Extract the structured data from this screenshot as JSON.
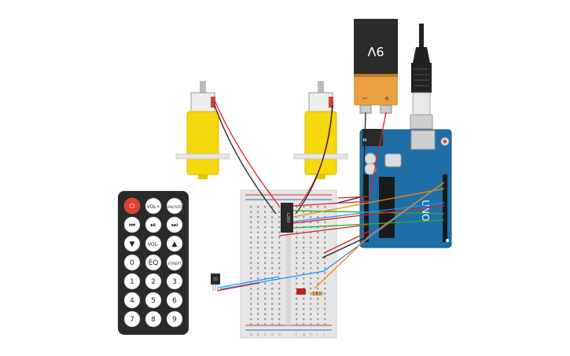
{
  "battery": {
    "label": "9V",
    "minus": "−",
    "plus": "+"
  },
  "breadboard": {
    "columns": [
      "a",
      "b",
      "c",
      "d",
      "e",
      "f",
      "g",
      "h",
      "i",
      "j"
    ]
  },
  "driver_chip": {
    "label": "L293"
  },
  "arduino": {
    "model": "UNO"
  },
  "remote": {
    "buttons": [
      {
        "id": "power",
        "label": "⏻",
        "icon": "power-icon"
      },
      {
        "id": "vol-up",
        "label": "VOL+"
      },
      {
        "id": "func-stop",
        "label": "FUNC/STOP"
      },
      {
        "id": "prev",
        "label": "⏮",
        "icon": "skip-back-icon"
      },
      {
        "id": "play-pause",
        "label": "⏯",
        "icon": "play-pause-icon"
      },
      {
        "id": "next",
        "label": "⏭",
        "icon": "skip-forward-icon"
      },
      {
        "id": "down",
        "label": "▼",
        "icon": "arrow-down-icon"
      },
      {
        "id": "vol-down",
        "label": "VOL-"
      },
      {
        "id": "up",
        "label": "▲",
        "icon": "arrow-up-icon"
      },
      {
        "id": "zero",
        "label": "0"
      },
      {
        "id": "eq",
        "label": "EQ"
      },
      {
        "id": "st-rept",
        "label": "ST/REPT"
      },
      {
        "id": "one",
        "label": "1"
      },
      {
        "id": "two",
        "label": "2"
      },
      {
        "id": "three",
        "label": "3"
      },
      {
        "id": "four",
        "label": "4"
      },
      {
        "id": "five",
        "label": "5"
      },
      {
        "id": "six",
        "label": "6"
      },
      {
        "id": "seven",
        "label": "7"
      },
      {
        "id": "eight",
        "label": "8"
      },
      {
        "id": "nine",
        "label": "9"
      }
    ]
  },
  "colors": {
    "motor_yellow": "#f5d90a",
    "battery_black": "#2b2b2b",
    "battery_orange": "#e8a040",
    "arduino_blue": "#1e6ea8",
    "breadboard": "#e6e6e6",
    "wire_red": "#d22",
    "wire_black": "#222",
    "wire_green": "#2bb02b",
    "wire_blue": "#1e90ff",
    "wire_orange": "#f08a00",
    "remote_body": "#2a2a2a",
    "remote_power": "#e83a2a"
  }
}
